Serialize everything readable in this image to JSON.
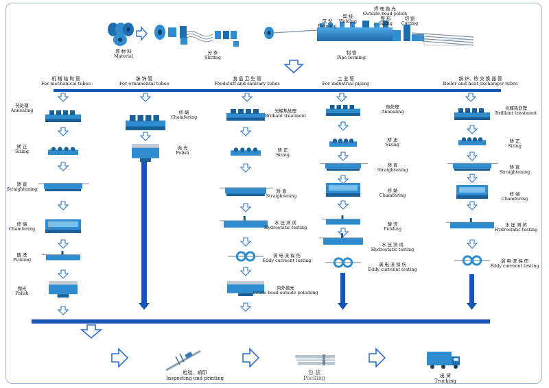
{
  "colors": {
    "machine": "#2e8ccf",
    "machine_dark": "#1a5f96",
    "arrow": "#2a74c4",
    "bar": "#1555b8",
    "arrow_outline": "#2a6fd0"
  },
  "top": {
    "material": {
      "zh": "原 材 料",
      "en": "Material"
    },
    "slitting": {
      "zh": "分 条",
      "en": "Slitting"
    },
    "forming": {
      "zh": "成 型",
      "en": "Forming"
    },
    "welding": {
      "zh": "焊 接",
      "en": "Welding"
    },
    "bead_polish": {
      "zh": "焊 理 抛 光",
      "en": "Outside bead polish"
    },
    "sizing": {
      "zh": "整 形",
      "en": "Sizing"
    },
    "cutting": {
      "zh": "切 割",
      "en": "Cutting"
    },
    "pipe_forming": {
      "zh": "制 管",
      "en": "Pipe forming"
    }
  },
  "categories": [
    {
      "zh": "机 械 结 构 管",
      "en": "For mechanical tubes"
    },
    {
      "zh": "装 饰 管",
      "en": "For ornamental tubes"
    },
    {
      "zh": "食 品 卫 生 管",
      "en": "Foodstuff and sanitary tubes"
    },
    {
      "zh": "工 业 管",
      "en": "For industrial piping"
    },
    {
      "zh": "锅 炉、热 交 换 器 管",
      "en": "Boiler and heat exchanger tubes"
    }
  ],
  "col1": [
    {
      "zh": "热处理",
      "en": "Annealing"
    },
    {
      "zh": "矫 正",
      "en": "Sizing"
    },
    {
      "zh": "矫 直",
      "en": "Straightening"
    },
    {
      "zh": "修 端",
      "en": "Chamfering"
    },
    {
      "zh": "酸 洗",
      "en": "Pickling"
    },
    {
      "zh": "抛光",
      "en": "Polish"
    }
  ],
  "col2": [
    {
      "zh": "修 端",
      "en": "Chamfering"
    },
    {
      "zh": "抛 光",
      "en": "Polish"
    }
  ],
  "col3": [
    {
      "zh": "光辉热处理",
      "en": "Brilliant treatment"
    },
    {
      "zh": "矫 正",
      "en": "Sizing"
    },
    {
      "zh": "矫 直",
      "en": "Straightening"
    },
    {
      "zh": "水 压 测 试",
      "en": "Hydrostatic testing"
    },
    {
      "zh": "涡 电 流 探 伤",
      "en": "Eddy curreent testing"
    },
    {
      "zh": "内外抛光",
      "en": "inside bead outside polishing"
    }
  ],
  "col4": [
    {
      "zh": "热处理",
      "en": "Annealing"
    },
    {
      "zh": "矫 正",
      "en": "Sizing"
    },
    {
      "zh": "矫 直",
      "en": "Straightening"
    },
    {
      "zh": "修 端",
      "en": "Chamfering"
    },
    {
      "zh": "酸 洗",
      "en": "Pickling"
    },
    {
      "zh": "水 压 测 试",
      "en": "Hydrostatic testing"
    },
    {
      "zh": "涡 电 流 探 伤",
      "en": "Eddy curreent testing"
    }
  ],
  "col5": [
    {
      "zh": "光辉热处理",
      "en": "Brilliant treatment"
    },
    {
      "zh": "矫 正",
      "en": "Sizing"
    },
    {
      "zh": "矫 直",
      "en": "Straightening"
    },
    {
      "zh": "修 端",
      "en": "Chamfering"
    },
    {
      "zh": "水 压 测 试",
      "en": "Hydrostatic testing"
    },
    {
      "zh": "涡 电 流 探 伤",
      "en": "Eddy curreent testing"
    }
  ],
  "bottom": {
    "inspect": {
      "zh": "检验、喷印",
      "en": "Inspecting und printing"
    },
    "packing": {
      "zh": "包 装",
      "en": "Packing"
    },
    "trucking": {
      "zh": "出 货",
      "en": "Trucking"
    }
  }
}
